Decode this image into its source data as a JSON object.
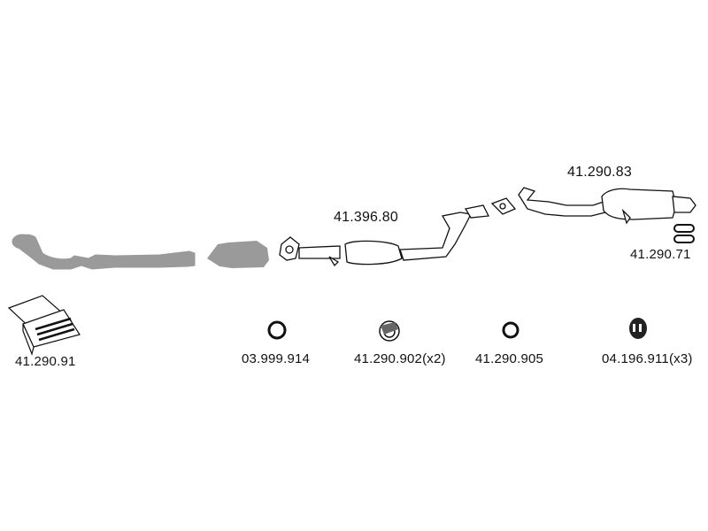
{
  "diagram": {
    "parts": [
      {
        "id": "front-pipe",
        "number": ""
      },
      {
        "id": "catalytic-converter",
        "number": ""
      },
      {
        "id": "centre-silencer",
        "number": "41.396.80"
      },
      {
        "id": "rear-silencer",
        "number": "41.290.83"
      },
      {
        "id": "tail-rings",
        "number": "41.290.71"
      },
      {
        "id": "fitting-kit",
        "number": "41.290.91"
      },
      {
        "id": "seal-ring",
        "number": "03.999.914"
      },
      {
        "id": "rubber-mount",
        "number": "41.290.902(x2)"
      },
      {
        "id": "seal-ring-2",
        "number": "41.290.905"
      },
      {
        "id": "rubber-hanger",
        "number": "04.196.911(x3)"
      }
    ],
    "colors": {
      "grey_part": "#9a9a9a",
      "line": "#111111",
      "bg": "#ffffff"
    }
  }
}
